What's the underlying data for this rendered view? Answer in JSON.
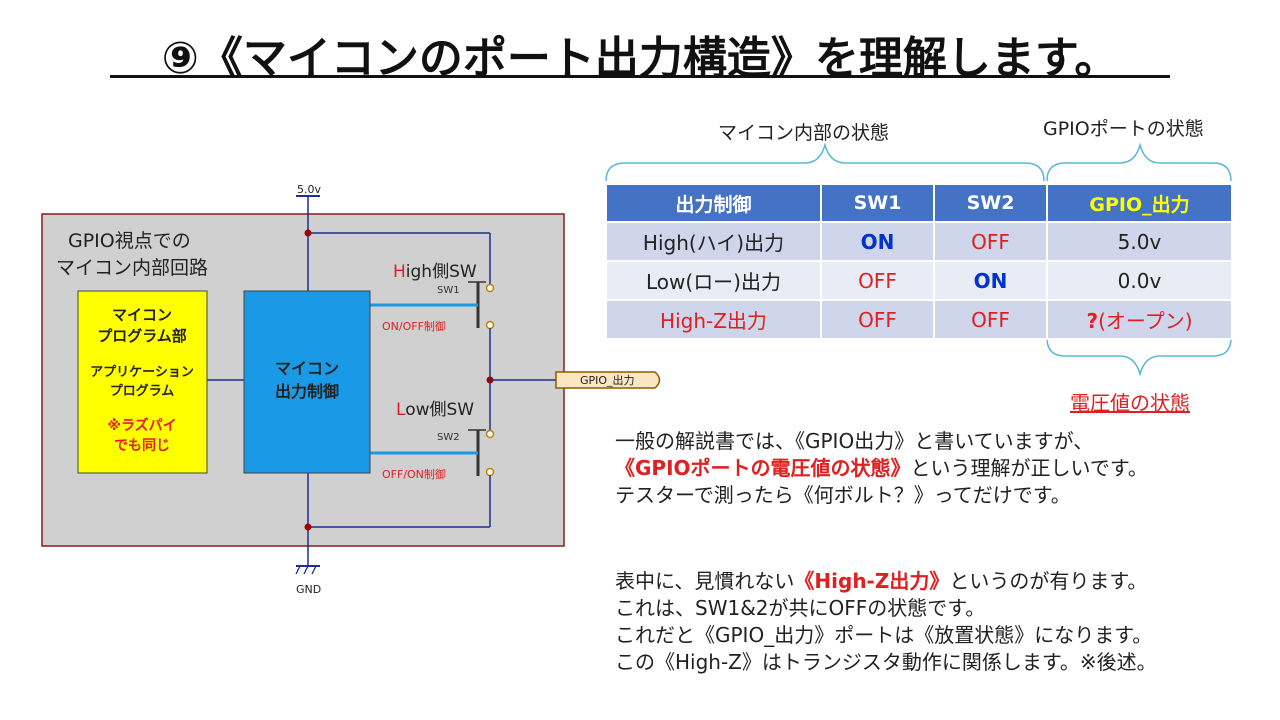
{
  "title": "⑨《マイコンのポート出力構造》を理解します。",
  "circuit": {
    "box_title_line1": "GPIO視点での",
    "box_title_line2": "マイコン内部回路",
    "vcc_label": "5.0v",
    "gnd_label": "GND",
    "program_block": {
      "line1": "マイコン",
      "line2": "プログラム部",
      "line3": "アプリケーション",
      "line4": "プログラム",
      "note1": "※ラズパイ",
      "note2": "でも同じ"
    },
    "control_block": {
      "line1": "マイコン",
      "line2": "出力制御"
    },
    "high_side": {
      "label_initial": "H",
      "label_rest": "igh側SW",
      "switch": "SW1",
      "control": "ON/OFF制御"
    },
    "low_side": {
      "label_initial": "L",
      "label_rest": "ow側SW",
      "switch": "SW2",
      "control": "OFF/ON制御"
    },
    "gpio_tag": "GPIO_出力"
  },
  "brace_labels": {
    "internal": "マイコン内部の状態",
    "gpio_port": "GPIOポートの状態",
    "voltage": "電圧値の状態"
  },
  "table": {
    "headers": [
      "出力制御",
      "SW1",
      "SW2",
      "GPIO_出力"
    ],
    "rows": [
      [
        "High(ハイ)出力",
        "ON",
        "OFF",
        "5.0v"
      ],
      [
        "Low(ロー)出力",
        "OFF",
        "ON",
        "0.0v"
      ],
      [
        "High-Z出力",
        "OFF",
        "OFF",
        "?",
        "(オープン)"
      ]
    ]
  },
  "paragraph1": {
    "line1": "一般の解説書では、《GPIO出力》と書いていますが、",
    "line2_highlight": "《GPIOポートの電圧値の状態》",
    "line2_rest": "という理解が正しいです。",
    "line3": "テスターで測ったら《何ボルト？》ってだけです。"
  },
  "paragraph2": {
    "line1_start": "表中に、見慣れない",
    "line1_highlight": "《High-Z出力》",
    "line1_end": "というのが有ります。",
    "line2": "これは、SW1&2が共にOFFの状態です。",
    "line3": "これだと《GPIO_出力》ポートは《放置状態》になります。",
    "line4": "この《High-Z》はトランジスタ動作に関係します。※後述。"
  },
  "colors": {
    "header_blue": "#4472c4",
    "row_dark": "#cfd5ea",
    "row_light": "#e9ebf5",
    "accent_red": "#e02020",
    "on_blue": "#0033cc",
    "block_yellow": "#ffff00",
    "block_blue": "#1a9ae6",
    "box_gray": "#d0d0d0",
    "wire_blue": "#1f2f8c",
    "junction_red": "#a00000",
    "brace_cyan": "#5bb8d8"
  }
}
